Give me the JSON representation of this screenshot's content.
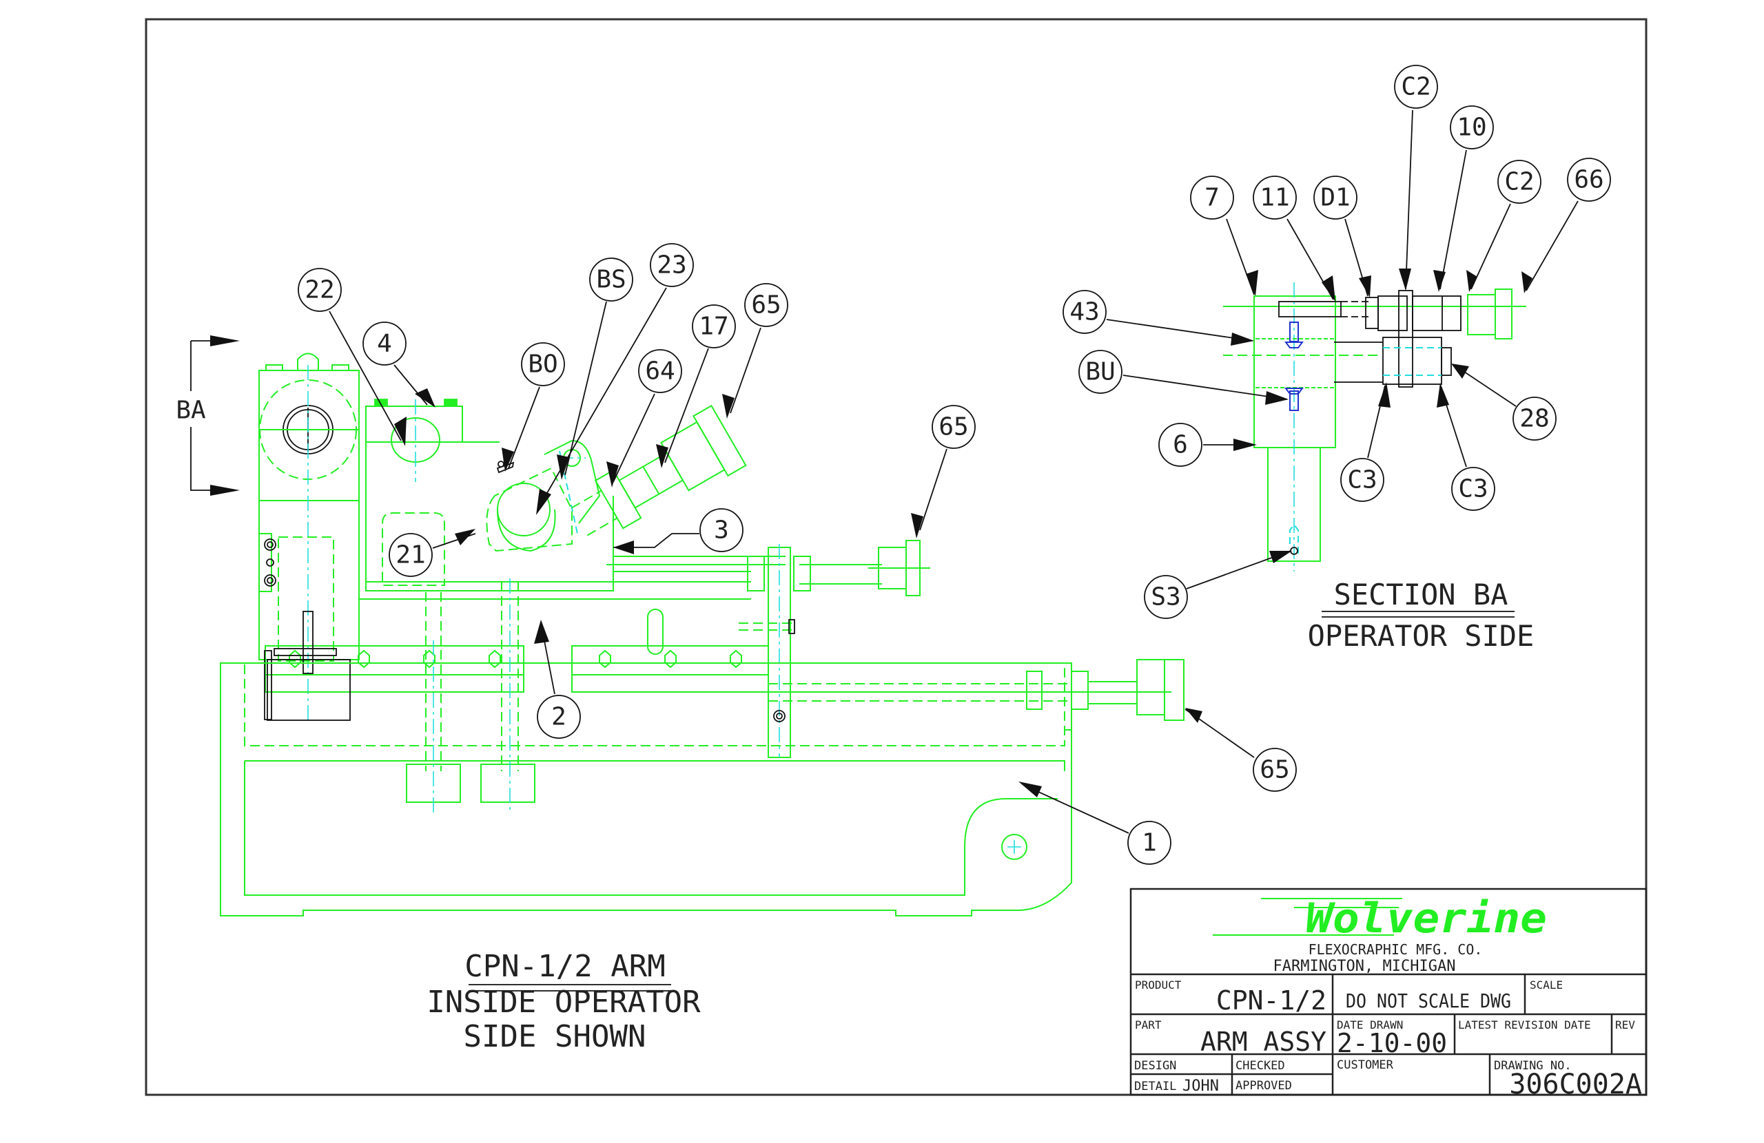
{
  "drawing": {
    "main_view": {
      "caption_line1": "CPN-1/2 ARM",
      "caption_line2": "INSIDE OPERATOR",
      "caption_line3": "SIDE SHOWN",
      "section_marker": "BA"
    },
    "section_view": {
      "caption_line1": "SECTION BA",
      "caption_line2": "OPERATOR SIDE"
    },
    "balloons_main": [
      {
        "id": "22"
      },
      {
        "id": "4"
      },
      {
        "id": "BO"
      },
      {
        "id": "BS"
      },
      {
        "id": "23"
      },
      {
        "id": "64"
      },
      {
        "id": "17"
      },
      {
        "id": "65"
      },
      {
        "id": "3"
      },
      {
        "id": "21"
      },
      {
        "id": "2"
      },
      {
        "id": "65"
      },
      {
        "id": "65"
      },
      {
        "id": "1"
      }
    ],
    "balloons_section": [
      {
        "id": "C2"
      },
      {
        "id": "10"
      },
      {
        "id": "C2"
      },
      {
        "id": "66"
      },
      {
        "id": "7"
      },
      {
        "id": "11"
      },
      {
        "id": "D1"
      },
      {
        "id": "43"
      },
      {
        "id": "BU"
      },
      {
        "id": "6"
      },
      {
        "id": "28"
      },
      {
        "id": "C3"
      },
      {
        "id": "C3"
      },
      {
        "id": "S3"
      }
    ]
  },
  "title_block": {
    "company_logo": "Wolverine",
    "company_name": "FLEXOCRAPHIC MFG. CO.",
    "company_location": "FARMINGTON, MICHIGAN",
    "product_label": "PRODUCT",
    "product_value": "CPN-1/2",
    "note": "DO NOT SCALE DWG",
    "scale_label": "SCALE",
    "scale_value": "",
    "part_label": "PART",
    "part_value": "ARM ASSY",
    "date_drawn_label": "DATE DRAWN",
    "date_drawn_value": "2-10-00",
    "latest_revision_label": "LATEST REVISION DATE",
    "latest_revision_value": "",
    "rev_label": "REV",
    "rev_value": "",
    "design_label": "DESIGN",
    "design_value": "",
    "checked_label": "CHECKED",
    "checked_value": "",
    "detail_label": "DETAIL",
    "detail_value": "JOHN",
    "approved_label": "APPROVED",
    "approved_value": "",
    "customer_label": "CUSTOMER",
    "customer_value": "",
    "drawing_no_label": "DRAWING NO.",
    "drawing_no_value": "306C002A"
  },
  "colors": {
    "geometry": "#22ee22",
    "centerline": "#22dddd",
    "annotation": "#111111",
    "fastener": "#2233cc",
    "logo": "#22ee22"
  }
}
